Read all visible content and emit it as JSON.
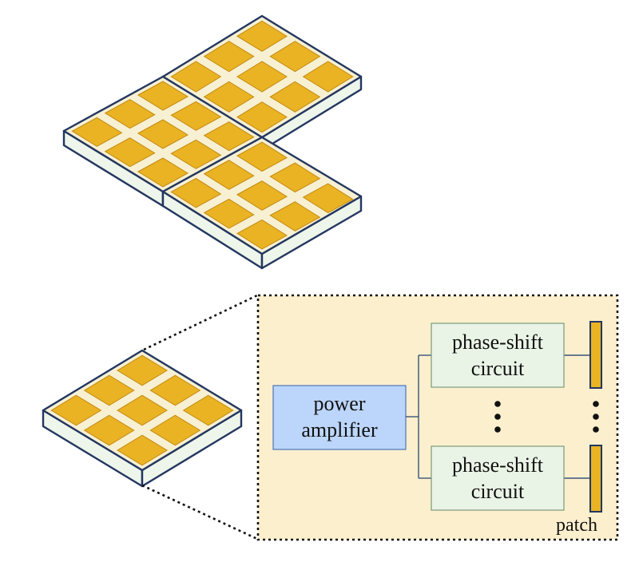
{
  "diagram": {
    "power_amplifier": {
      "line1": "power",
      "line2": "amplifier"
    },
    "phase_shift_top": {
      "line1": "phase-shift",
      "line2": "circuit"
    },
    "phase_shift_bottom": {
      "line1": "phase-shift",
      "line2": "circuit"
    },
    "patch_label": "patch"
  },
  "colors": {
    "substrate_top": "#f7f0d2",
    "substrate_side": "#eef5ea",
    "substrate_edge": "#223660",
    "patch_fill": "#e9b324",
    "patch_stroke": "#c48a10",
    "detail_bg": "#fbefcd",
    "amplifier_fill": "#bcd6fb",
    "amplifier_stroke": "#4e74b8",
    "phase_fill": "#eaf4e6",
    "phase_stroke": "#7a9a7a"
  }
}
